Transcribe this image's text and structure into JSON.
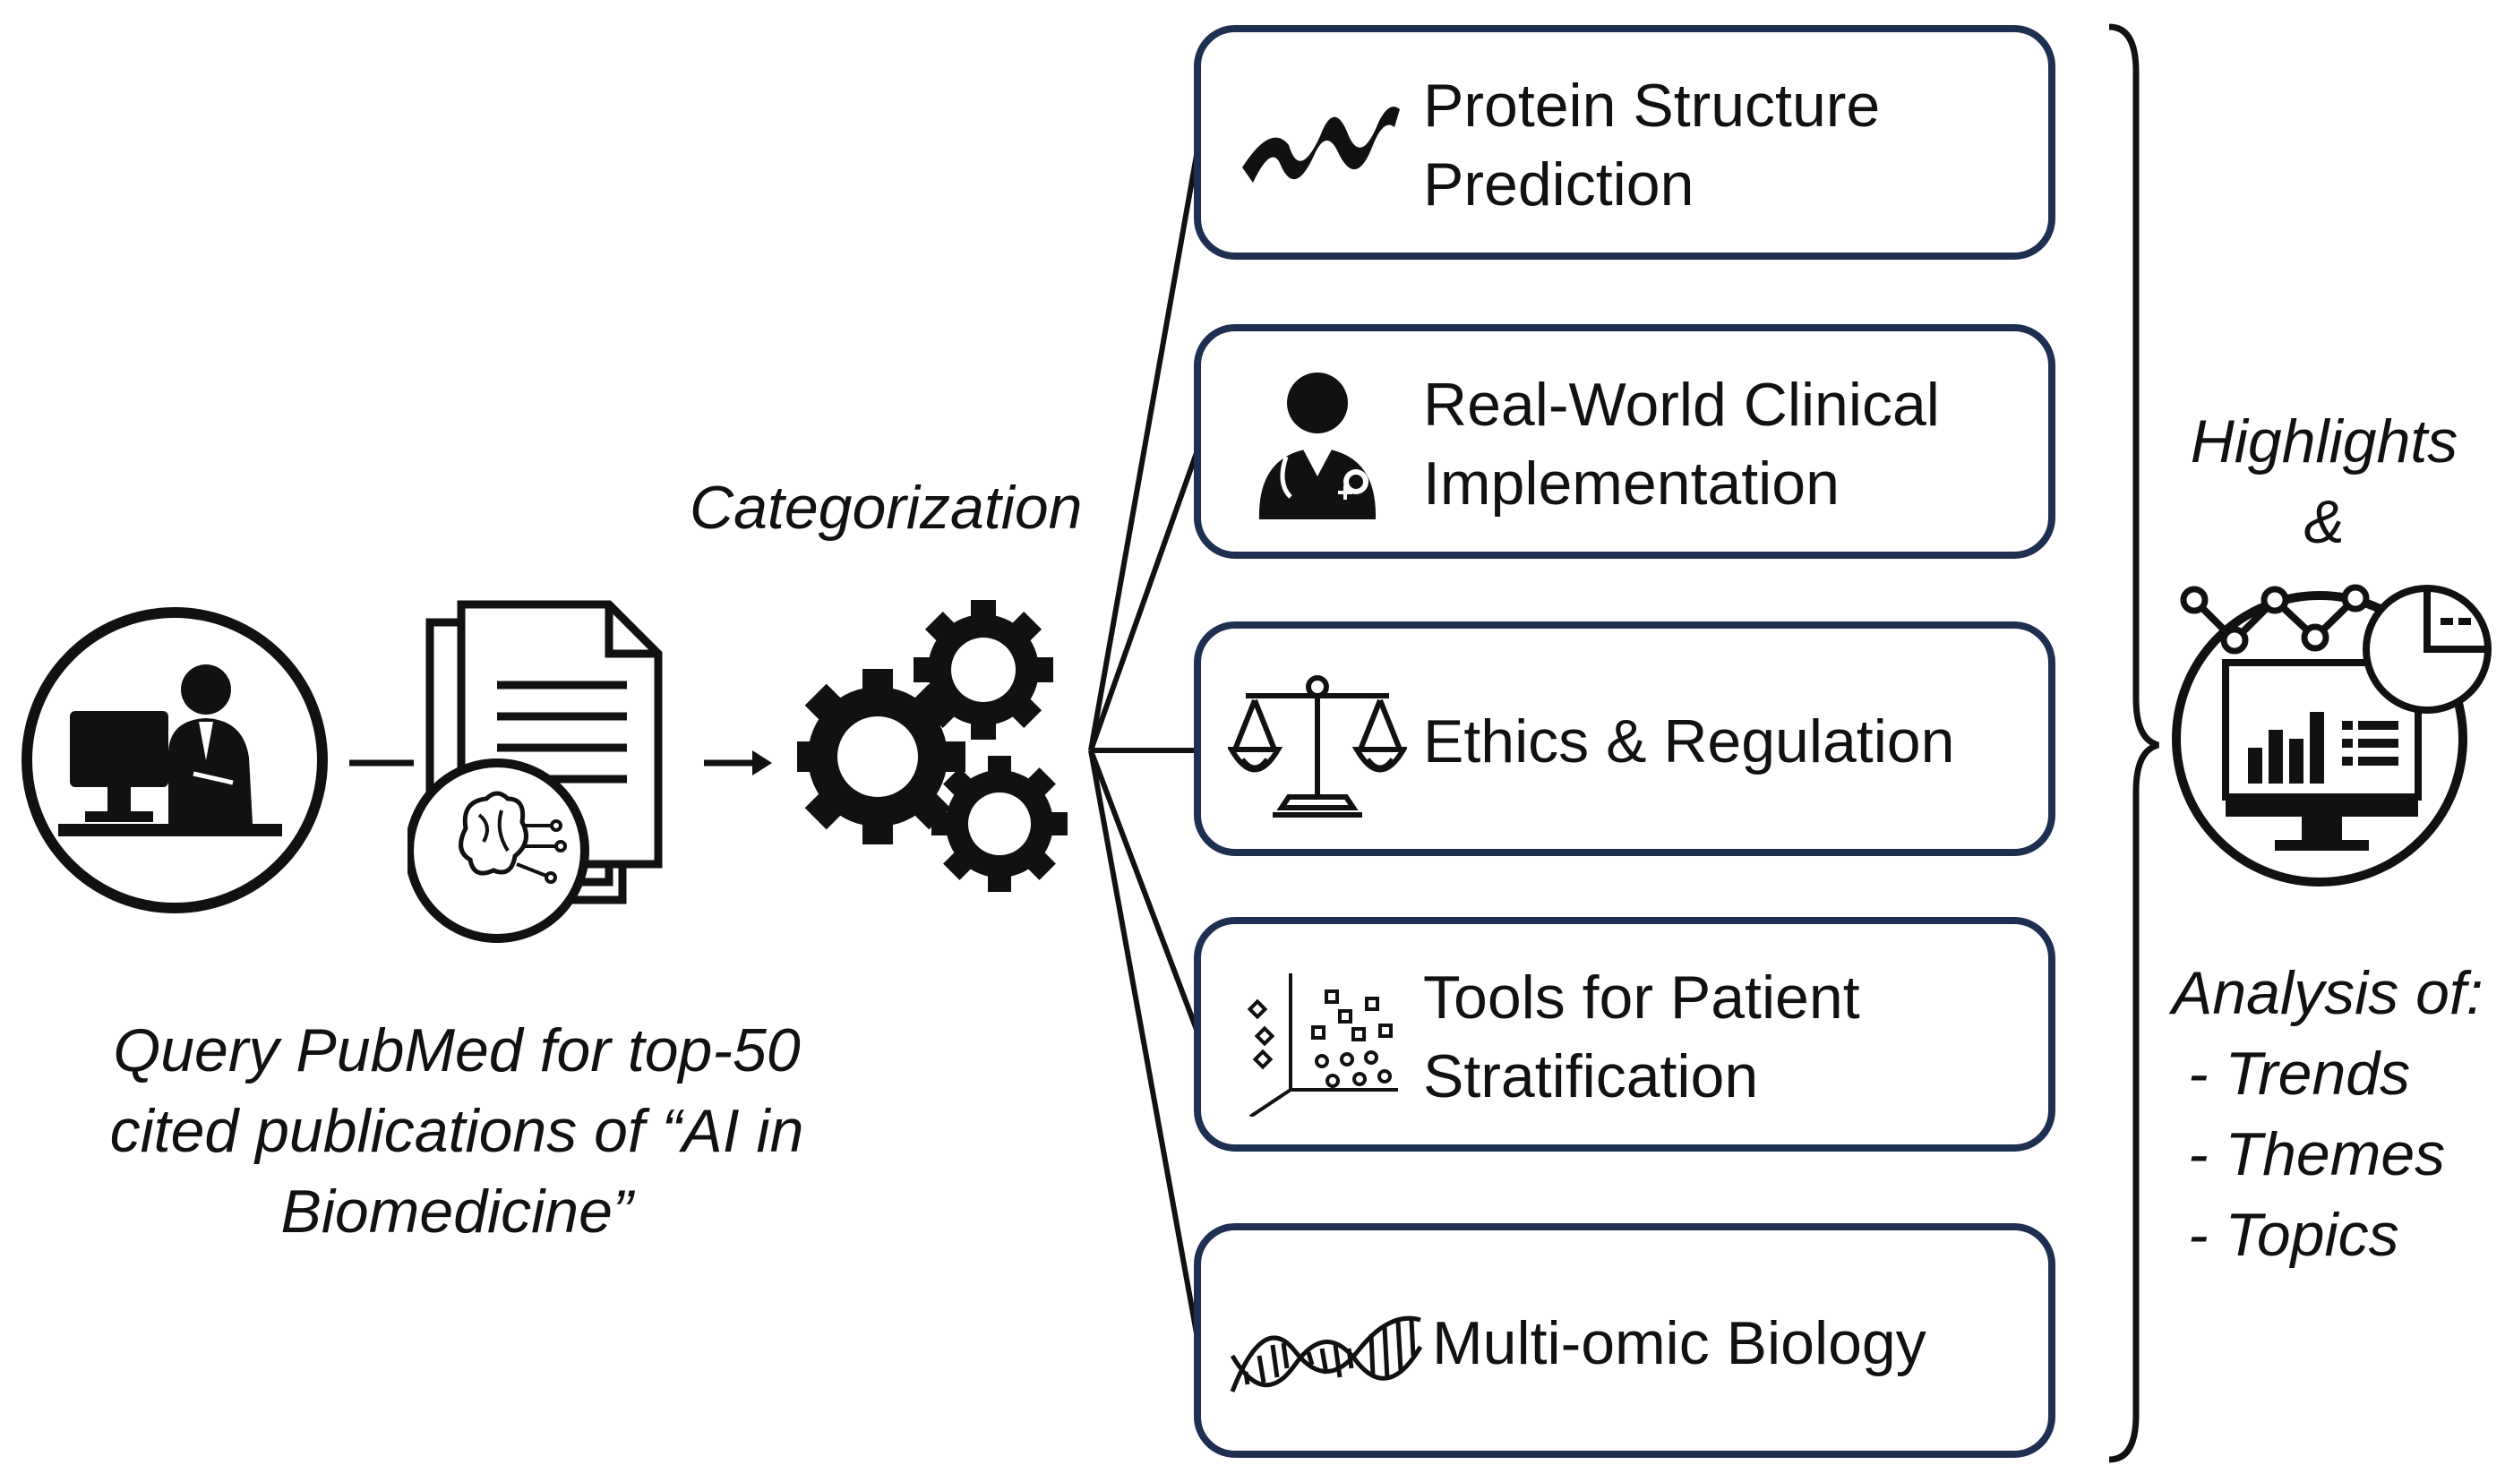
{
  "query": {
    "line1": "Query PubMed for top-50",
    "line2": "cited publications of “AI in",
    "line3": "Biomedicine”"
  },
  "categorization_label": "Categorization",
  "categories": [
    {
      "line1": "Protein Structure",
      "line2": "Prediction",
      "icon": "protein-helix-icon"
    },
    {
      "line1": "Real-World Clinical",
      "line2": "Implementation",
      "icon": "doctor-icon"
    },
    {
      "line1": "Ethics & Regulation",
      "line2": "",
      "icon": "scales-icon"
    },
    {
      "line1": "Tools for Patient",
      "line2": "Stratification",
      "icon": "scatter-plot-icon"
    },
    {
      "line1": "Multi-omic Biology",
      "line2": "",
      "icon": "dna-icon"
    }
  ],
  "output": {
    "highlights": "Highlights",
    "amp": "&",
    "analysis": "Analysis of:",
    "items": [
      "- Trends",
      "- Themes",
      "- Topics"
    ]
  },
  "colors": {
    "box_border": "#1e2f52",
    "ink": "#111111"
  }
}
